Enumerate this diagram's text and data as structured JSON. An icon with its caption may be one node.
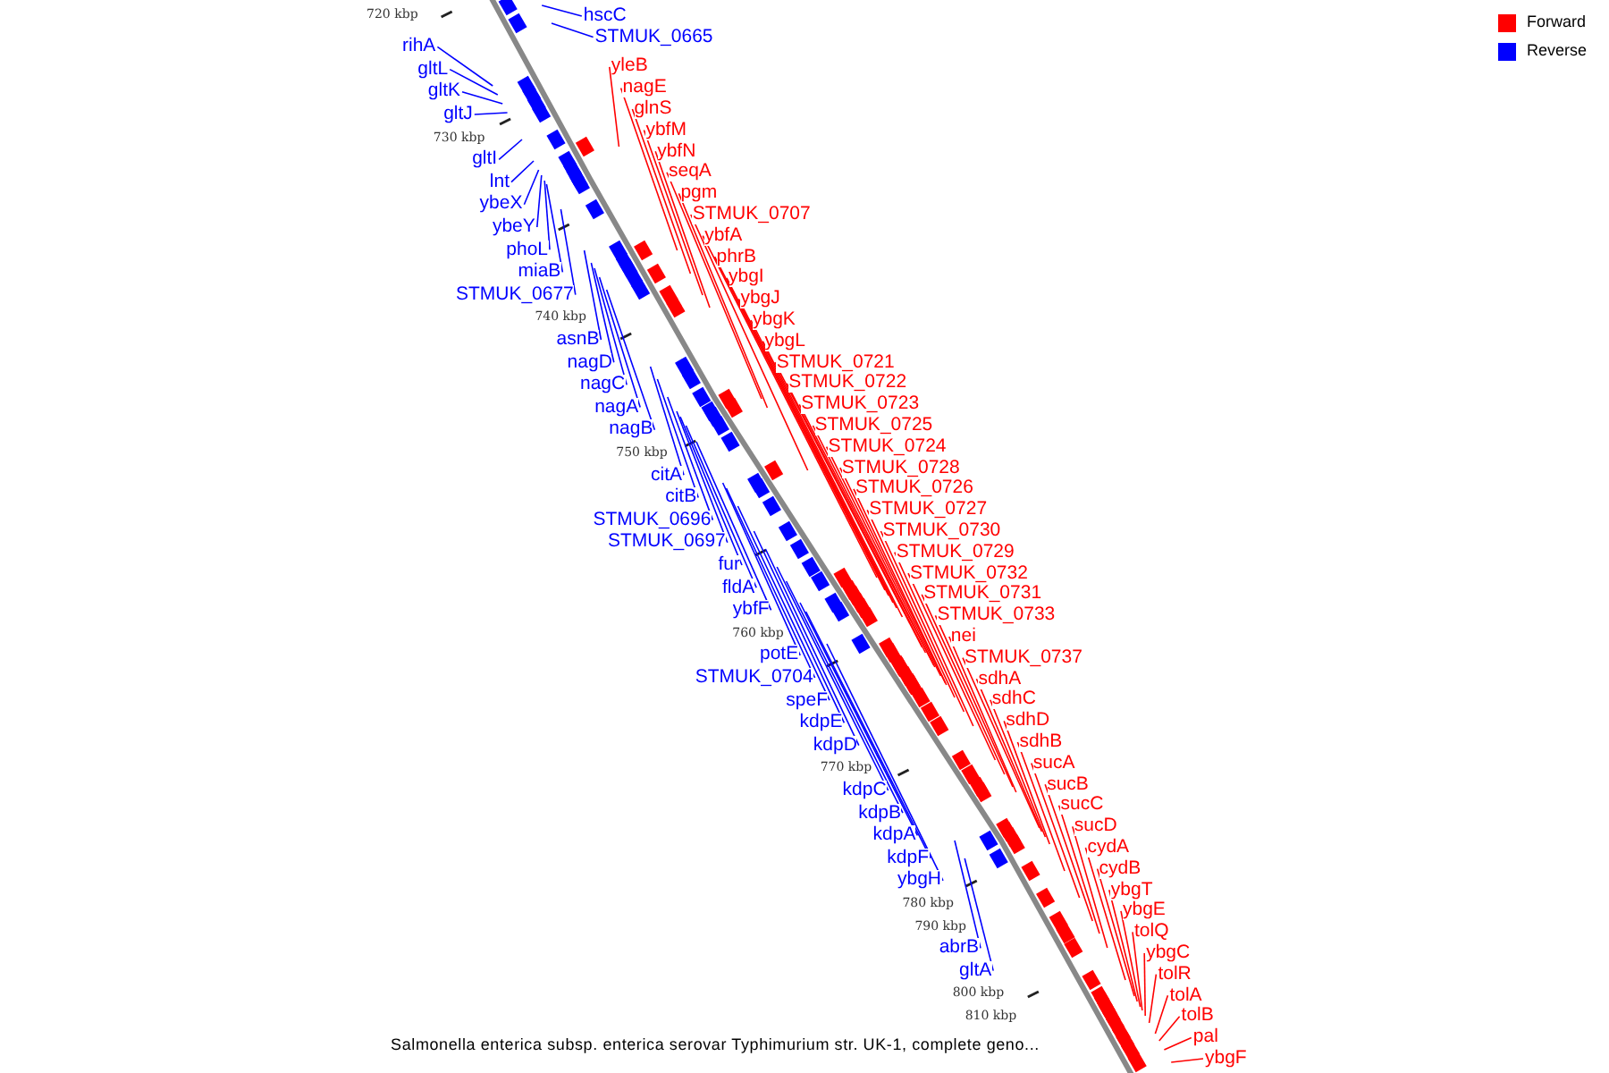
{
  "diagram": {
    "caption": "Salmonella enterica subsp. enterica serovar Typhimurium str. UK-1, complete geno...",
    "nodes": [
      {
        "text": [
          "rihA"
        ]
      },
      {
        "text": [
          "gltL"
        ]
      },
      {
        "text": [
          "gltK"
        ]
      },
      {
        "text": [
          "gltJ"
        ]
      },
      {
        "text": [
          "gltI"
        ]
      },
      {
        "text": [
          "lnt"
        ]
      },
      {
        "text": [
          "miaB"
        ]
      },
      {
        "text": [
          "ybeX"
        ]
      },
      {
        "text": [
          "STMUK_0677"
        ]
      },
      {
        "text": [
          "ybeY"
        ]
      },
      {
        "text": [
          "phoL"
        ]
      },
      {
        "text": [
          "asnB"
        ]
      },
      {
        "text": [
          "nagD"
        ]
      },
      {
        "text": [
          "nagC"
        ]
      },
      {
        "text": [
          "nagA"
        ]
      },
      {
        "text": [
          "nagB"
        ]
      },
      {
        "text": [
          "citA"
        ]
      },
      {
        "text": [
          "citB"
        ]
      },
      {
        "text": [
          "fur"
        ]
      },
      {
        "text": [
          "STMUK_0696"
        ]
      },
      {
        "text": [
          "fldA"
        ]
      },
      {
        "text": [
          "STMUK_0697"
        ]
      },
      {
        "text": [
          "ybfF"
        ]
      },
      {
        "text": [
          "STMUK_0704"
        ]
      },
      {
        "text": [
          "potE"
        ]
      },
      {
        "text": [
          "speF"
        ]
      },
      {
        "text": [
          "kdpE"
        ]
      },
      {
        "text": [
          "kdpD"
        ]
      },
      {
        "text": [
          "kdpC"
        ]
      },
      {
        "text": [
          "kdpB"
        ]
      },
      {
        "text": [
          "kdpA"
        ]
      },
      {
        "text": [
          "kdpF"
        ]
      },
      {
        "text": [
          "ybgH"
        ]
      },
      {
        "text": [
          "abrB"
        ]
      },
      {
        "text": [
          "gltA"
        ]
      },
      {
        "text": [
          "hscC"
        ]
      },
      {
        "text": [
          "STMUK_0665"
        ]
      },
      {
        "text": [
          "yleB"
        ]
      },
      {
        "text": [
          "nagE"
        ]
      },
      {
        "text": [
          "glnS"
        ]
      },
      {
        "text": [
          "ybfM"
        ]
      },
      {
        "text": [
          "ybfN"
        ]
      },
      {
        "text": [
          "seqA"
        ]
      },
      {
        "text": [
          "pgm"
        ]
      },
      {
        "text": [
          "STMUK_0707"
        ]
      },
      {
        "text": [
          "ybfA"
        ]
      },
      {
        "text": [
          "phrB"
        ]
      },
      {
        "text": [
          "ybgI"
        ]
      },
      {
        "text": [
          "ybgJ"
        ]
      },
      {
        "text": [
          "ybgK"
        ]
      },
      {
        "text": [
          "ybgL"
        ]
      },
      {
        "text": [
          "STMUK_0725"
        ]
      },
      {
        "text": [
          "STMUK_0721"
        ]
      },
      {
        "text": [
          "STMUK_0723"
        ]
      },
      {
        "text": [
          "STMUK_0728"
        ]
      },
      {
        "text": [
          "STMUK_0722"
        ]
      },
      {
        "text": [
          "STMUK_0727"
        ]
      },
      {
        "text": [
          "STMUK_0724"
        ]
      },
      {
        "text": [
          "STMUK_0726"
        ]
      },
      {
        "text": [
          "STMUK_0730"
        ]
      },
      {
        "text": [
          "STMUK_0729"
        ]
      },
      {
        "text": [
          "STMUK_0732"
        ]
      },
      {
        "text": [
          "sdhD"
        ]
      },
      {
        "text": [
          "STMUK_0731"
        ]
      },
      {
        "text": [
          "STMUK_0733"
        ]
      },
      {
        "text": [
          "sdhC"
        ]
      },
      {
        "text": [
          "nei"
        ]
      },
      {
        "text": [
          "STMUK_0737"
        ]
      },
      {
        "text": [
          "sdhA"
        ]
      },
      {
        "text": [
          "sdhB"
        ]
      },
      {
        "text": [
          "sucA"
        ]
      },
      {
        "text": [
          "sucB"
        ]
      },
      {
        "text": [
          "tolQ"
        ]
      },
      {
        "text": [
          "sucC"
        ]
      },
      {
        "text": [
          "ybgE"
        ]
      },
      {
        "text": [
          "sucD"
        ]
      },
      {
        "text": [
          "ybgT"
        ]
      },
      {
        "text": [
          "cydA"
        ]
      },
      {
        "text": [
          "cydB"
        ]
      },
      {
        "text": [
          "tolR"
        ]
      },
      {
        "text": [
          "ybgC"
        ]
      },
      {
        "text": [
          "pal"
        ]
      },
      {
        "text": [
          "tolB"
        ]
      },
      {
        "text": [
          "tolA"
        ]
      },
      {
        "text": [
          "ybgF"
        ]
      }
    ],
    "edges": [
      {
        "from": 0,
        "to": null,
        "arrow": "none",
        "color": "#0000ff"
      },
      {
        "from": 1,
        "to": null,
        "arrow": "none",
        "color": "#0000ff"
      },
      {
        "from": 2,
        "to": null,
        "arrow": "none",
        "color": "#0000ff"
      },
      {
        "from": 3,
        "to": null,
        "arrow": "none",
        "color": "#0000ff"
      },
      {
        "from": 4,
        "to": null,
        "arrow": "none",
        "color": "#0000ff"
      },
      {
        "from": 5,
        "to": null,
        "arrow": "none",
        "color": "#0000ff"
      },
      {
        "from": 6,
        "to": null,
        "arrow": "none",
        "color": "#0000ff"
      },
      {
        "from": 7,
        "to": null,
        "arrow": "none",
        "color": "#0000ff"
      },
      {
        "from": 8,
        "to": null,
        "arrow": "none",
        "color": "#0000ff"
      },
      {
        "from": 9,
        "to": null,
        "arrow": "none",
        "color": "#0000ff"
      },
      {
        "from": 10,
        "to": null,
        "arrow": "none",
        "color": "#0000ff"
      },
      {
        "from": 11,
        "to": null,
        "arrow": "none",
        "color": "#0000ff"
      },
      {
        "from": 12,
        "to": null,
        "arrow": "none",
        "color": "#0000ff"
      },
      {
        "from": 13,
        "to": null,
        "arrow": "none",
        "color": "#0000ff"
      },
      {
        "from": 14,
        "to": null,
        "arrow": "none",
        "color": "#0000ff"
      },
      {
        "from": 15,
        "to": null,
        "arrow": "none",
        "color": "#0000ff"
      },
      {
        "from": 16,
        "to": null,
        "arrow": "none",
        "color": "#0000ff"
      },
      {
        "from": 17,
        "to": null,
        "arrow": "none",
        "color": "#0000ff"
      },
      {
        "from": 18,
        "to": null,
        "arrow": "none",
        "color": "#0000ff"
      },
      {
        "from": 19,
        "to": null,
        "arrow": "none",
        "color": "#0000ff"
      },
      {
        "from": 20,
        "to": null,
        "arrow": "none",
        "color": "#0000ff"
      },
      {
        "from": 21,
        "to": null,
        "arrow": "none",
        "color": "#0000ff"
      },
      {
        "from": 22,
        "to": null,
        "arrow": "none",
        "color": "#0000ff"
      },
      {
        "from": 23,
        "to": null,
        "arrow": "none",
        "color": "#0000ff"
      },
      {
        "from": 24,
        "to": null,
        "arrow": "none",
        "color": "#0000ff"
      },
      {
        "from": 25,
        "to": null,
        "arrow": "none",
        "color": "#0000ff"
      },
      {
        "from": 26,
        "to": null,
        "arrow": "none",
        "color": "#0000ff"
      },
      {
        "from": 27,
        "to": null,
        "arrow": "none",
        "color": "#0000ff"
      },
      {
        "from": 28,
        "to": null,
        "arrow": "none",
        "color": "#0000ff"
      },
      {
        "from": 29,
        "to": null,
        "arrow": "none",
        "color": "#0000ff"
      },
      {
        "from": 30,
        "to": null,
        "arrow": "none",
        "color": "#0000ff"
      },
      {
        "from": 31,
        "to": null,
        "arrow": "none",
        "color": "#0000ff"
      },
      {
        "from": 32,
        "to": null,
        "arrow": "none",
        "color": "#0000ff"
      },
      {
        "from": 33,
        "to": null,
        "arrow": "none",
        "color": "#0000ff"
      },
      {
        "from": 34,
        "to": null,
        "arrow": "none",
        "color": "#0000ff"
      },
      {
        "from": 35,
        "to": null,
        "arrow": "none",
        "color": "#0000ff"
      },
      {
        "from": 36,
        "to": null,
        "arrow": "none",
        "color": "#0000ff"
      },
      {
        "from": 37,
        "to": null,
        "arrow": "none"
      },
      {
        "from": 38,
        "to": null,
        "arrow": "none"
      },
      {
        "from": 39,
        "to": null,
        "arrow": "none"
      },
      {
        "from": 40,
        "to": null,
        "arrow": "none"
      },
      {
        "from": 41,
        "to": null,
        "arrow": "none"
      },
      {
        "from": 42,
        "to": null,
        "arrow": "none"
      },
      {
        "from": 43,
        "to": null,
        "arrow": "none"
      },
      {
        "from": 44,
        "to": null,
        "arrow": "none"
      },
      {
        "from": 45,
        "to": null,
        "arrow": "none"
      },
      {
        "from": 46,
        "to": null,
        "arrow": "none"
      },
      {
        "from": 47,
        "to": null,
        "arrow": "none"
      },
      {
        "from": 48,
        "to": null,
        "arrow": "none"
      },
      {
        "from": 49,
        "to": null,
        "arrow": "none"
      },
      {
        "from": 50,
        "to": null,
        "arrow": "none"
      },
      {
        "from": 51,
        "to": null,
        "arrow": "none"
      },
      {
        "from": 52,
        "to": null,
        "arrow": "none"
      },
      {
        "from": 53,
        "to": null,
        "arrow": "none"
      },
      {
        "from": 54,
        "to": null,
        "arrow": "none"
      },
      {
        "from": 55,
        "to": null,
        "arrow": "none"
      },
      {
        "from": 56,
        "to": null,
        "arrow": "none"
      },
      {
        "from": 57,
        "to": null,
        "arrow": "none"
      },
      {
        "from": 58,
        "to": null,
        "arrow": "none"
      },
      {
        "from": 59,
        "to": null,
        "arrow": "none"
      },
      {
        "from": 60,
        "to": null,
        "arrow": "none"
      },
      {
        "from": 61,
        "to": null,
        "arrow": "none"
      },
      {
        "from": 62,
        "to": null,
        "arrow": "none"
      },
      {
        "from": 63,
        "to": null,
        "arrow": "none"
      },
      {
        "from": 64,
        "to": null,
        "arrow": "none"
      },
      {
        "from": 65,
        "to": null,
        "arrow": "none"
      },
      {
        "from": 66,
        "to": null,
        "arrow": "none"
      },
      {
        "from": 67,
        "to": null,
        "arrow": "none"
      },
      {
        "from": 68,
        "to": null,
        "arrow": "none"
      },
      {
        "from": 69,
        "to": null,
        "arrow": "none"
      },
      {
        "from": 70,
        "to": null,
        "arrow": "none"
      },
      {
        "from": 71,
        "to": null,
        "arrow": "none"
      },
      {
        "from": 72,
        "to": null,
        "arrow": "none"
      },
      {
        "from": 73,
        "to": null,
        "arrow": "none"
      },
      {
        "from": 74,
        "to": null,
        "arrow": "none"
      },
      {
        "from": 75,
        "to": null,
        "arrow": "none"
      },
      {
        "from": 76,
        "to": null,
        "arrow": "none"
      },
      {
        "from": 77,
        "to": null,
        "arrow": "none"
      },
      {
        "from": 78,
        "to": null,
        "arrow": "none"
      },
      {
        "from": 79,
        "to": null,
        "arrow": "none"
      },
      {
        "from": 80,
        "to": null,
        "arrow": "none"
      },
      {
        "from": 81,
        "to": null,
        "arrow": "none"
      },
      {
        "from": 82,
        "to": null,
        "arrow": "none"
      },
      {
        "from": 83,
        "to": null,
        "arrow": "none"
      },
      {
        "from": 84,
        "to": null,
        "arrow": "none"
      }
    ],
    "labels": [
      "720 kbp",
      "730 kbp",
      "740 kbp",
      "750 kbp",
      "760 kbp",
      "770 kbp",
      "780 kbp",
      "790 kbp",
      "800 kbp",
      "810 kbp"
    ],
    "legend": [
      {
        "text": "Forward",
        "color": "#ff0000"
      },
      {
        "text": "Reverse",
        "color": "#0000ff"
      }
    ]
  }
}
